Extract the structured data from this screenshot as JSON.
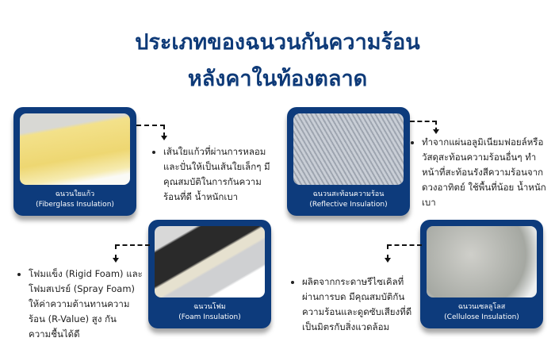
{
  "title": {
    "line1": "ประเภทของฉนวนกันความร้อน",
    "line2": "หลังคาในท้องตลาด"
  },
  "colors": {
    "card": "#0d3b7c",
    "title": "#0e3a78"
  },
  "items": [
    {
      "name_th": "ฉนวนใยแก้ว",
      "name_en": "(Fiberglass Insulation)",
      "desc": "เส้นใยแก้วที่ผ่านการหลอมและปั่นให้เป็นเส้นใยเล็กๆ มีคุณสมบัติในการกันความร้อนที่ดี น้ำหนักเบา"
    },
    {
      "name_th": "ฉนวนสะท้อนความร้อน",
      "name_en": "(Reflective Insulation)",
      "desc": "ทำจากแผ่นอลูมิเนียมฟอยล์หรือวัสดุสะท้อนความร้อนอื่นๆ ทำหน้าที่สะท้อนรังสีความร้อนจากดวงอาทิตย์ ใช้พื้นที่น้อย น้ำหนักเบา"
    },
    {
      "name_th": "ฉนวนโฟม",
      "name_en": "(Foam Insulation)",
      "desc": "โฟมแข็ง (Rigid Foam) และโฟมสเปรย์ (Spray Foam) ให้ค่าความต้านทานความร้อน (R-Value) สูง กันความชื้นได้ดี"
    },
    {
      "name_th": "ฉนวนเซลลูโลส",
      "name_en": "(Cellulose Insulation)",
      "desc": "ผลิตจากกระดาษรีไซเคิลที่ผ่านการบด มีคุณสมบัติกันความร้อนและดูดซับเสียงที่ดี เป็นมิตรกับสิ่งแวดล้อม"
    }
  ]
}
